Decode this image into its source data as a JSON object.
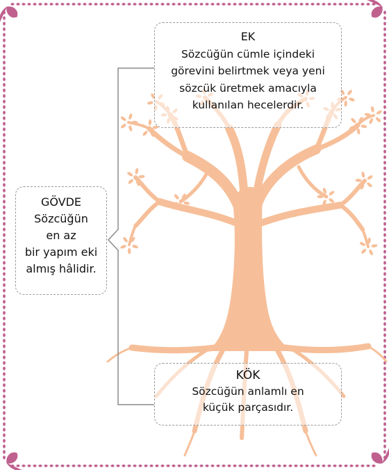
{
  "colors": {
    "frame": "#c0608f",
    "tree": "#f6bf99",
    "box_border": "#9a9a9a",
    "connector": "#8a8a8a"
  },
  "ek": {
    "title": "EK",
    "lines": [
      "Sözcüğün cümle içindeki",
      "görevini belirtmek veya yeni",
      "sözcük üretmek amacıyla",
      "kullanılan hecelerdir."
    ]
  },
  "govde": {
    "title": "GÖVDE",
    "lines": [
      "Sözcüğün",
      "en az",
      "bir yapım eki",
      "almış hâlidir."
    ]
  },
  "kok": {
    "title": "KÖK",
    "lines": [
      "Sözcüğün anlamlı en",
      "küçük parçasıdır."
    ]
  }
}
